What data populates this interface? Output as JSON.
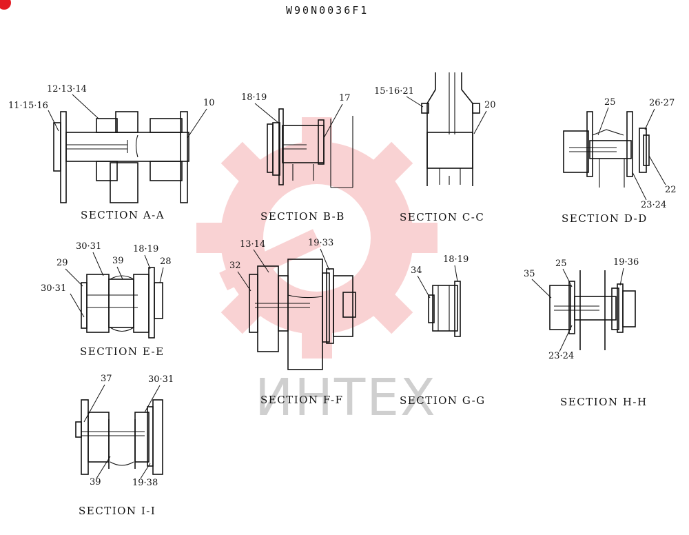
{
  "drawing_code": "W90N0036F1",
  "watermark_text": "ИНТЕХ",
  "colors": {
    "line": "#111111",
    "watermark_red": "#e8393a",
    "watermark_gray": "#cfcfcf"
  },
  "sections": {
    "a": {
      "title": "SECTION A-A",
      "labels": [
        "11·15·16",
        "12·13·14",
        "10"
      ]
    },
    "b": {
      "title": "SECTION B-B",
      "labels": [
        "18·19",
        "17"
      ]
    },
    "c": {
      "title": "SECTION C-C",
      "labels": [
        "15·16·21",
        "20"
      ]
    },
    "d": {
      "title": "SECTION D-D",
      "labels": [
        "25",
        "26·27",
        "22",
        "23·24"
      ]
    },
    "e": {
      "title": "SECTION E-E",
      "labels": [
        "30·31",
        "18·19",
        "29",
        "39",
        "28",
        "30·31"
      ]
    },
    "f": {
      "title": "SECTION F-F",
      "labels": [
        "13·14",
        "19·33",
        "32"
      ]
    },
    "g": {
      "title": "SECTION G-G",
      "labels": [
        "18·19",
        "34"
      ]
    },
    "h": {
      "title": "SECTION H-H",
      "labels": [
        "25",
        "19·36",
        "35",
        "23·24"
      ]
    },
    "i": {
      "title": "SECTION I-I",
      "labels": [
        "37",
        "30·31",
        "39",
        "19·38"
      ]
    }
  }
}
